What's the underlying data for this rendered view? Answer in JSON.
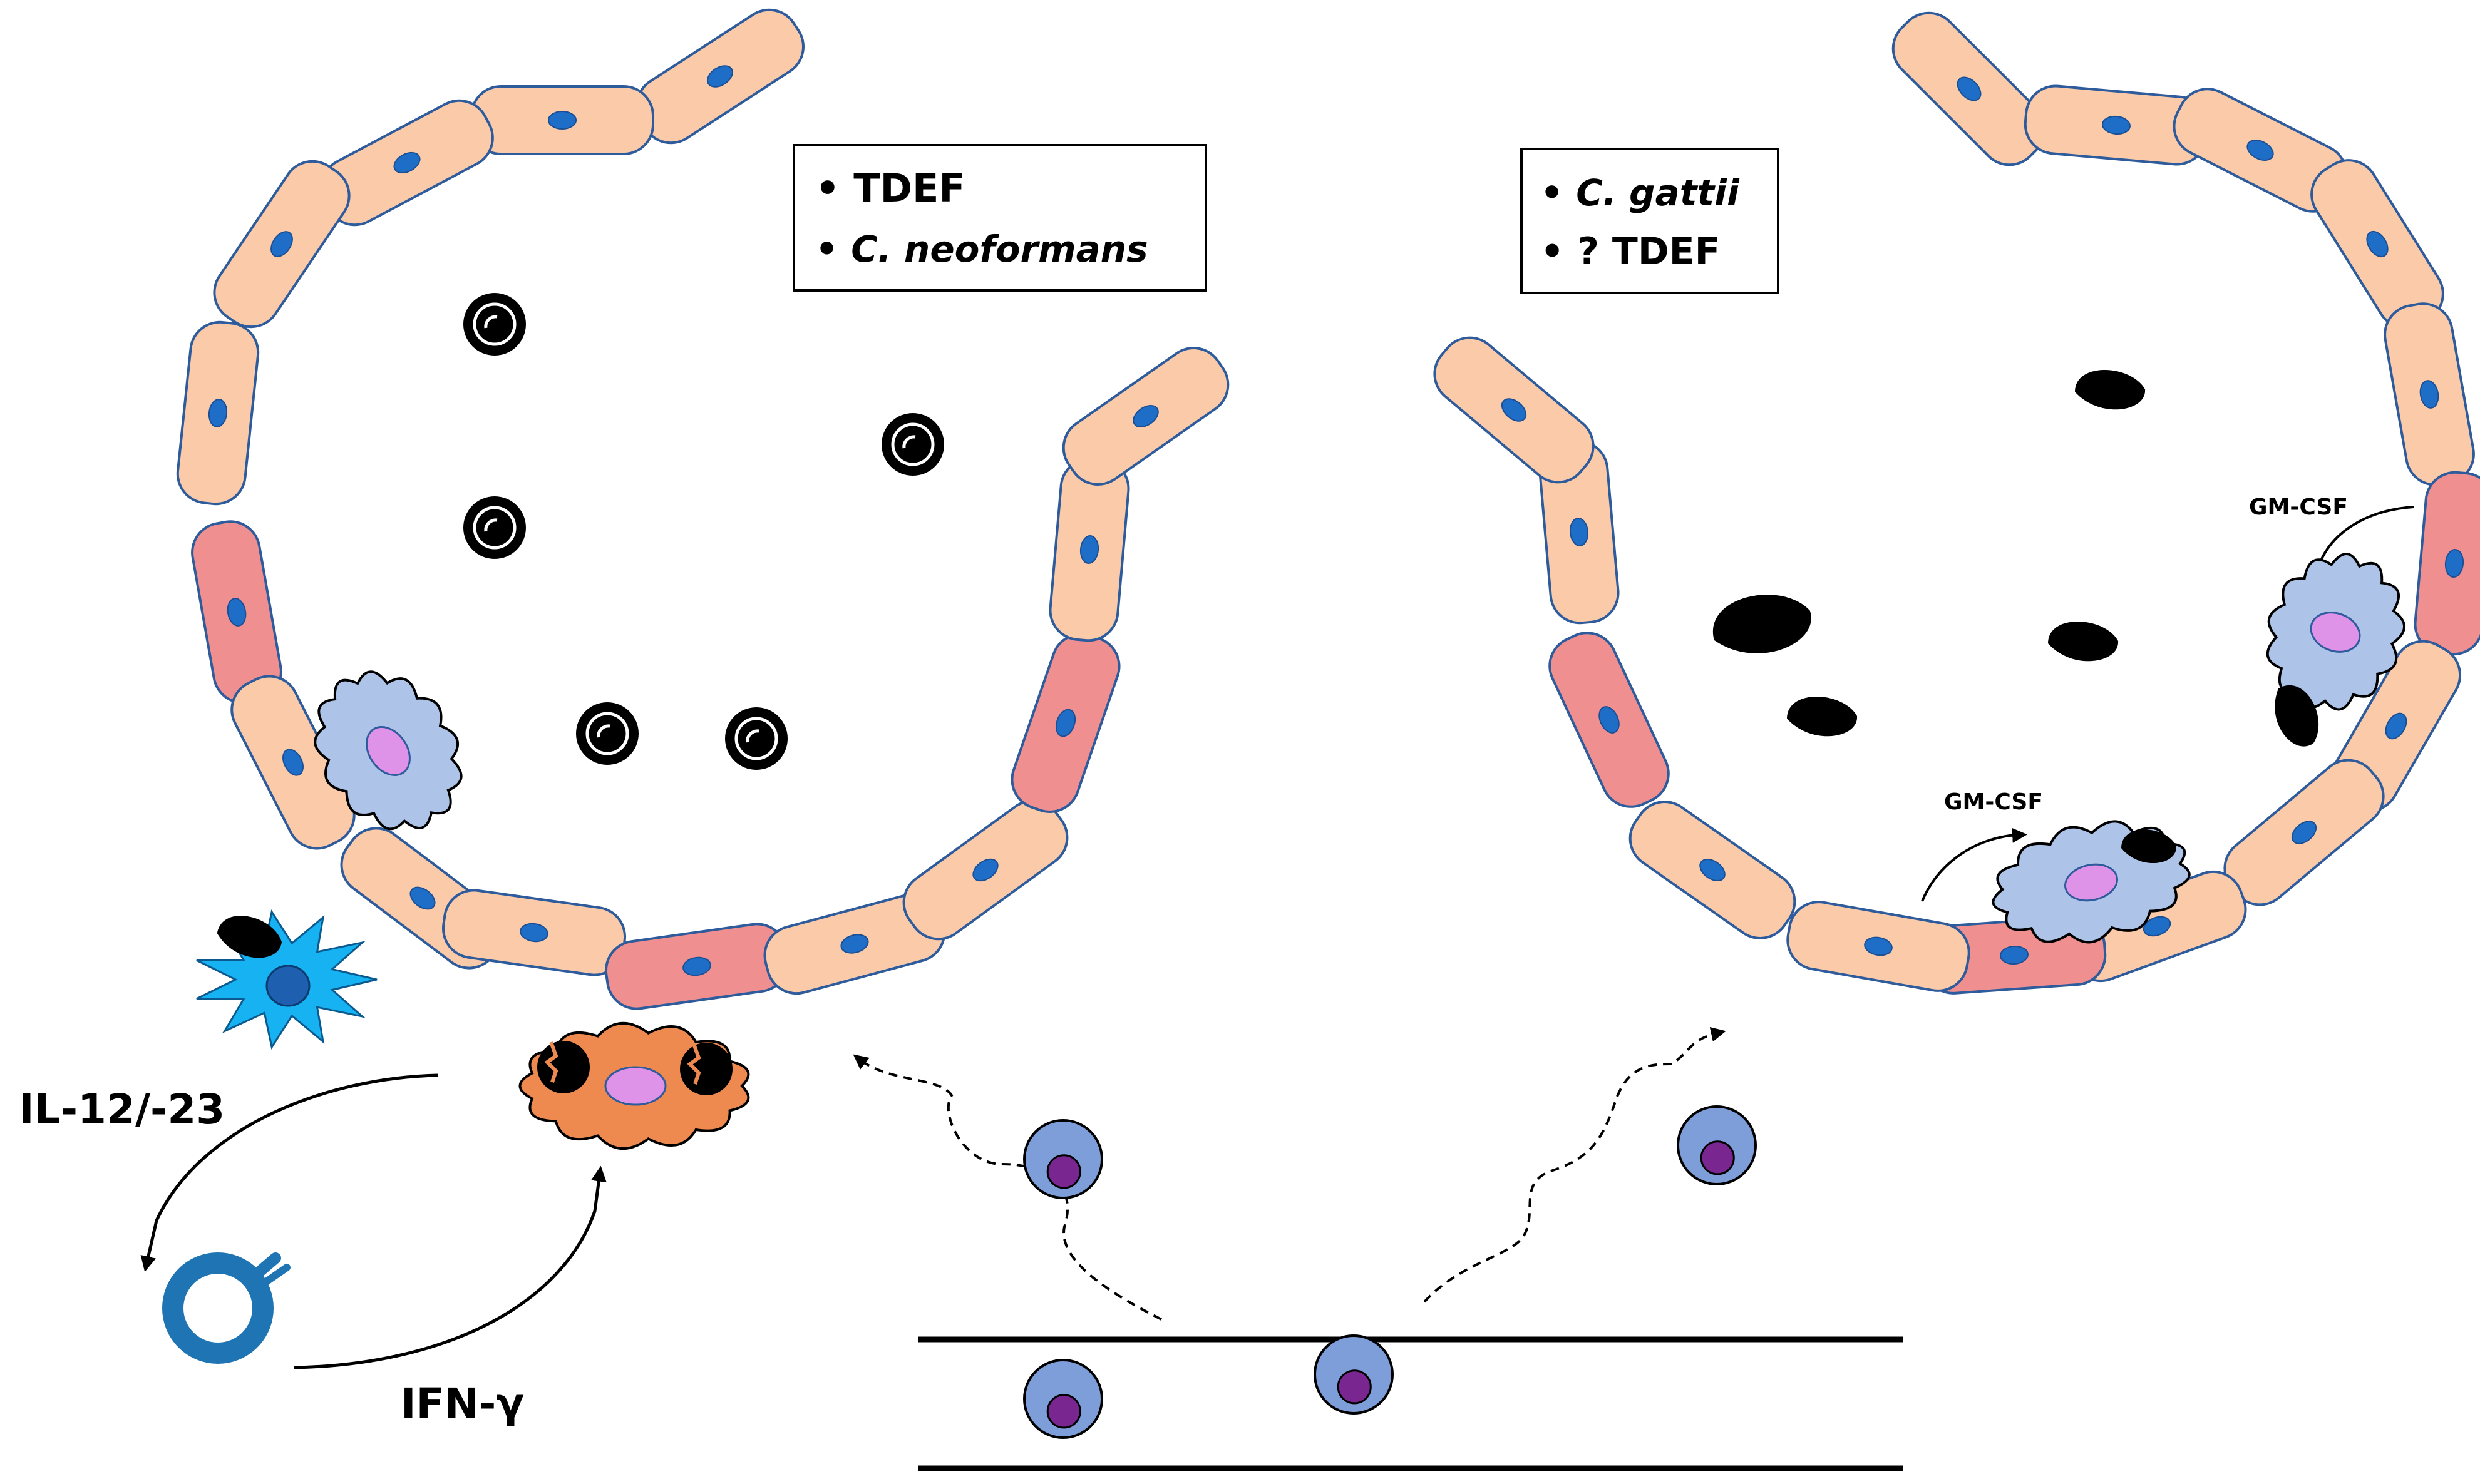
{
  "colors": {
    "epithelial_fill": "#fbcba9",
    "epithelial_fill_inflamed": "#f08f8f",
    "cell_outline": "#2d5b9c",
    "nucleus": "#1e6ec8",
    "macrophage_fill": "#aec3e8",
    "macrophage_nucleus": "#df93e8",
    "activated_macrophage": "#ee8a4f",
    "dendritic_cell": "#16b2f2",
    "t_cell": "#1f75b4",
    "monocyte_fill": "#7d9ed9",
    "monocyte_nucleus": "#7a2690",
    "fungus": "#000000",
    "stroke": "#000000"
  },
  "left_panel": {
    "box_items": [
      "• TDEF",
      "• C. neoformans"
    ]
  },
  "right_panel": {
    "box_items": [
      "• C. gattii",
      "• ? TDEF"
    ],
    "cytokine_upper": "GM-CSF",
    "cytokine_lower": "GM-CSF"
  },
  "cytokine_loop": {
    "il12": "IL-12/-23",
    "ifn": "IFN-γ"
  },
  "icons": {
    "yeast_capsulated": "capsulated-yeast-icon",
    "yeast_acapsular": "acapsular-yeast-icon",
    "macrophage": "macrophage-icon",
    "dendritic": "dendritic-cell-icon",
    "tcell": "t-cell-icon",
    "monocyte": "monocyte-icon"
  }
}
